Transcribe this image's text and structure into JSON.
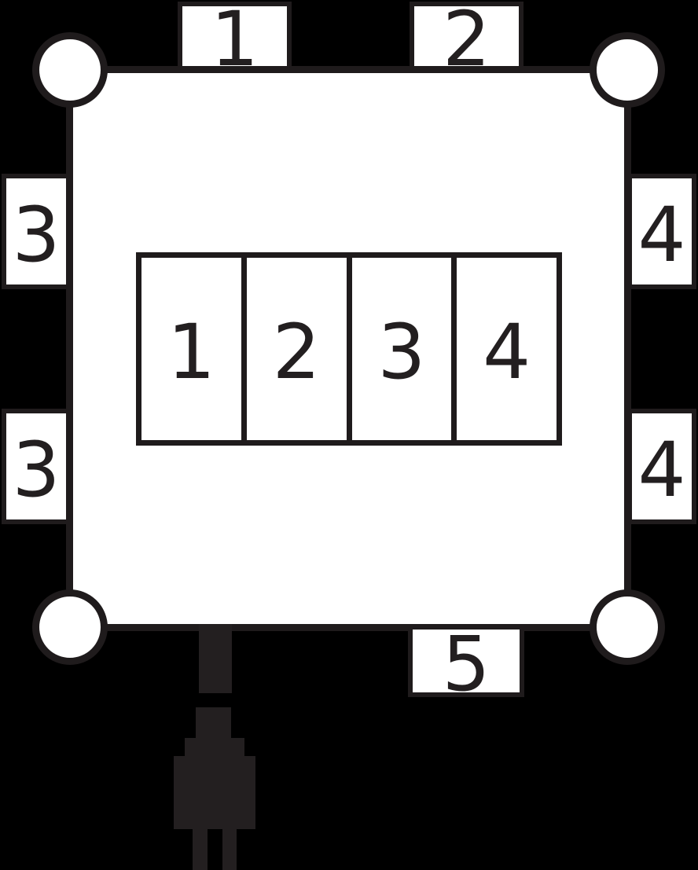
{
  "figure": {
    "background_color": "#000000",
    "line_color": "#1f1b1c",
    "plug_color": "#231f20",
    "panel_color": "#ffffff"
  },
  "callouts": {
    "top": [
      "1",
      "2"
    ],
    "left": [
      "3",
      "3"
    ],
    "right": [
      "4",
      "4"
    ],
    "bottom": [
      "5"
    ]
  },
  "outlet_slots": [
    "1",
    "2",
    "3",
    "4"
  ]
}
